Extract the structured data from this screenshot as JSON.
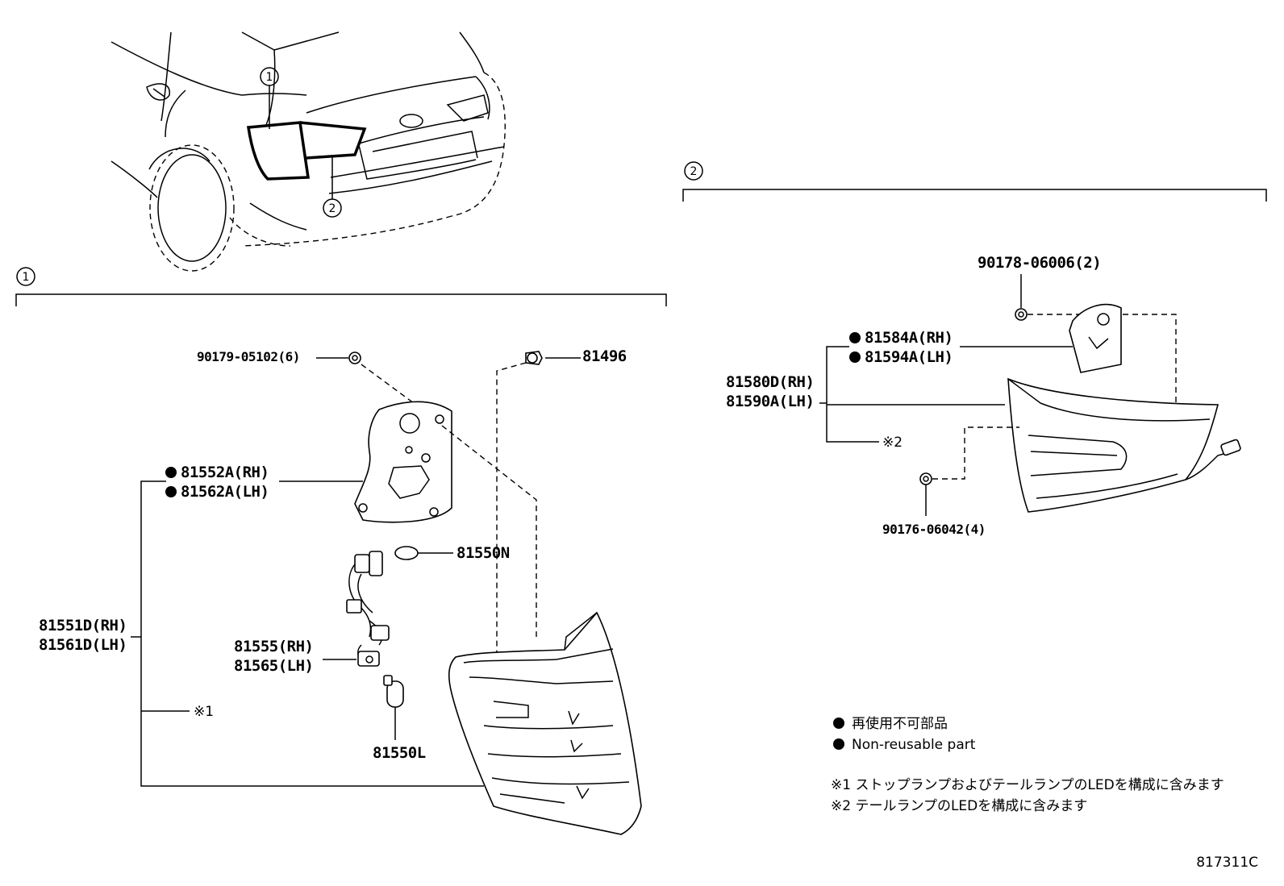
{
  "callouts": {
    "one": "1",
    "two": "2"
  },
  "section1": {
    "screw": "90179-05102(6)",
    "clip": "81496",
    "gasket_rh": "81552A(RH)",
    "gasket_lh": "81562A(LH)",
    "bulb_small": "81550N",
    "lamp_rh": "81551D(RH)",
    "lamp_lh": "81561D(LH)",
    "socket_rh": "81555(RH)",
    "socket_lh": "81565(LH)",
    "bulb": "81550L",
    "note_ref": "※1"
  },
  "section2": {
    "nut_top": "90178-06006(2)",
    "gasket_rh": "81584A(RH)",
    "gasket_lh": "81594A(LH)",
    "lamp_rh": "81580D(RH)",
    "lamp_lh": "81590A(LH)",
    "note_ref": "※2",
    "nut_bottom": "90176-06042(4)"
  },
  "legend": {
    "bullet": "●",
    "jp": "再使用不可部品",
    "en": "Non-reusable part",
    "note1": "※1 ストップランプおよびテールランプのLEDを構成に含みます",
    "note2": "※2 テールランプのLEDを構成に含みます"
  },
  "figure_code": "817311C"
}
